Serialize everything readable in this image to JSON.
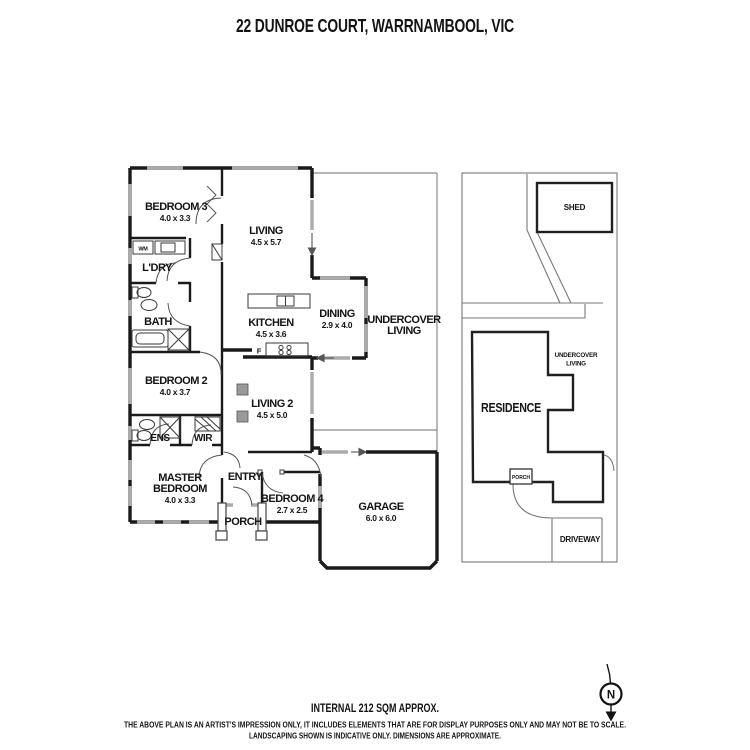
{
  "title": "22 DUNROE COURT, WARRNAMBOOL, VIC",
  "floor_plan": {
    "rooms": {
      "bedroom3": {
        "name": "BEDROOM 3",
        "dims": "4.0 x 3.3"
      },
      "living": {
        "name": "LIVING",
        "dims": "4.5 x 5.7"
      },
      "ldry": {
        "name": "L'DRY"
      },
      "bath": {
        "name": "BATH"
      },
      "kitchen": {
        "name": "KITCHEN",
        "dims": "4.5 x 3.6"
      },
      "dining": {
        "name": "DINING",
        "dims": "2.9 x 4.0"
      },
      "undercover_living": {
        "line1": "UNDERCOVER",
        "line2": "LIVING"
      },
      "bedroom2": {
        "name": "BEDROOM 2",
        "dims": "4.0 x 3.7"
      },
      "living2": {
        "name": "LIVING 2",
        "dims": "4.5 x 5.0"
      },
      "ens": {
        "name": "ENS"
      },
      "wir": {
        "name": "WIR"
      },
      "master_bedroom": {
        "line1": "MASTER",
        "line2": "BEDROOM",
        "dims": "4.0 x 3.3"
      },
      "entry": {
        "name": "ENTRY"
      },
      "porch": {
        "name": "PORCH"
      },
      "bedroom4": {
        "name": "BEDROOM 4",
        "dims": "2.7 x 2.5"
      },
      "garage": {
        "name": "GARAGE",
        "dims": "6.0 x 6.0"
      }
    },
    "fixtures": {
      "washing_machine": "WM",
      "fridge": "F"
    }
  },
  "site_plan": {
    "shed_label": "SHED",
    "undercover_living": {
      "line1": "UNDERCOVER",
      "line2": "LIVING"
    },
    "residence_label": "RESIDENCE",
    "porch_label": "PORCH",
    "driveway_label": "DRIVEWAY"
  },
  "compass": {
    "north_label": "N"
  },
  "footer": {
    "area_text": "INTERNAL 212 SQM APPROX.",
    "disclaimer_line1": "THE ABOVE PLAN IS AN ARTIST'S IMPRESSION ONLY, IT INCLUDES ELEMENTS THAT ARE FOR DISPLAY PURPOSES ONLY AND MAY NOT BE TO SCALE.",
    "disclaimer_line2": "LANDSCAPING SHOWN IS INDICATIVE ONLY. DIMENSIONS ARE APPROXIMATE."
  },
  "colors": {
    "background": "#ffffff",
    "wall": "#1a1a1a",
    "window": "#ababab",
    "thin_line": "#8a8a8a",
    "site_line": "#787878",
    "text": "#141414"
  }
}
